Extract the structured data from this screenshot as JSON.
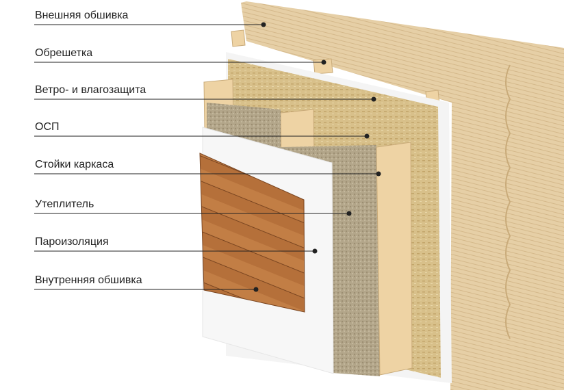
{
  "title": "Wall layers diagram",
  "labels": [
    {
      "text": "Внешняя обшивка"
    },
    {
      "text": "Обрешетка"
    },
    {
      "text": "Ветро- и влагозащита"
    },
    {
      "text": "ОСП"
    },
    {
      "text": "Стойки каркаса"
    },
    {
      "text": "Утеплитель"
    },
    {
      "text": "Пароизоляция"
    },
    {
      "text": "Внутренняя обшивка"
    }
  ],
  "colors": {
    "siding": "#e6cfa6",
    "osb": "#d8c08a",
    "insulation": "#b3a68a",
    "membrane": "#f4f4f4",
    "stud": "#eed3a4",
    "interior": "#b5703a",
    "leader": "#222222"
  }
}
